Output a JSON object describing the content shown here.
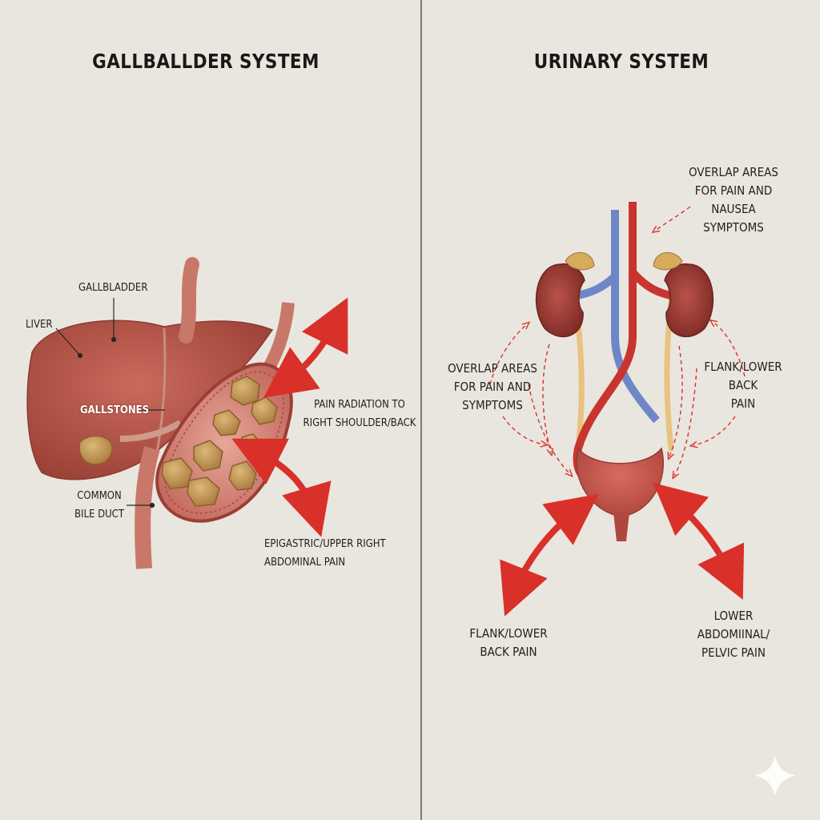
{
  "left_panel": {
    "title": "GALLBALLDER SYSTEM",
    "labels": {
      "gallbladder": "GALLBLADDER",
      "liver": "LIVER",
      "gallstones": "GALLSTONES",
      "common_bile_duct": "COMMON\nBILE DUCT",
      "pain_radiation": "PAIN RADIATION TO\nRIGHT SHOULDER/BACK",
      "epigastric": "EPIGASTRIC/UPPER RIGHT\nABDOMINAL PAIN"
    }
  },
  "right_panel": {
    "title": "URINARY SYSTEM",
    "labels": {
      "overlap_nausea": "OVERLAP AREAS\nFOR PAIN AND\nNAUSEA\nSYMPTOMS",
      "overlap_symptoms": "OVERLAP AREAS\nFOR PAIN AND\nSYMPTOMS",
      "flank_upper": "FLANK/LOWER\nBACK\nPAIN",
      "flank_lower": "FLANK/LOWER\nBACK PAIN",
      "pelvic": "LOWER\nABDOMIINAL/\nPELVIC PAIN"
    }
  },
  "colors": {
    "background": "#e9e6df",
    "organ": "#b5554a",
    "stone": "#c69a58",
    "arrow": "#d9302a",
    "vein": "#6f86c6",
    "artery": "#c8352e",
    "ureter": "#e8c27f"
  }
}
